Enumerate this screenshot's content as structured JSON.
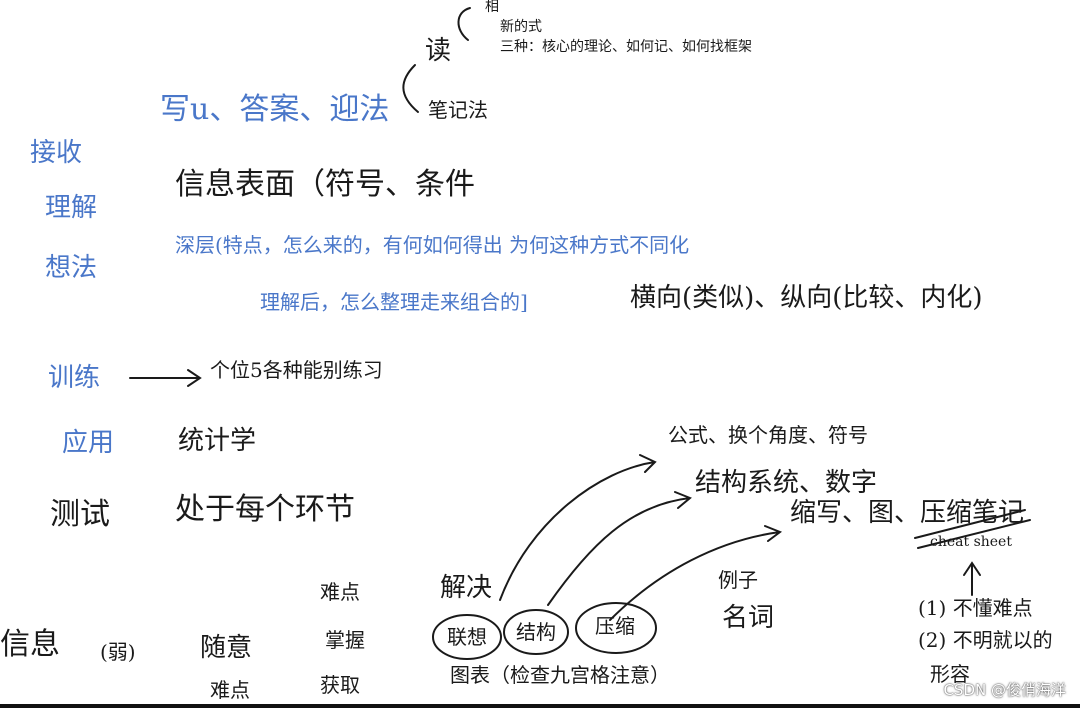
{
  "colors": {
    "ink_blue": "#4a77c9",
    "ink_black": "#1a1a1a"
  },
  "watermark": "CSDN @俊俏海洋",
  "notes": {
    "left_labels": {
      "receive": "接收",
      "understand": "理解",
      "think": "想法"
    },
    "line_receive": "写u、答案、迎法",
    "read_branch": {
      "read": "读",
      "item1": "相",
      "item2": "新的式",
      "item3": "三种：核心的理论、如何记、如何找框架",
      "notes_method": "笔记法"
    },
    "line_understand": "信息表面（符号、条件",
    "line_think_a": "深层(特点，怎么来的，有何如何得出  为何这种方式不同化",
    "line_think_b": "理解后，怎么整理走来组合的]",
    "line_think_c": "横向(类似)、纵向(比较、内化)",
    "train": {
      "label": "训练",
      "arrow_text": "个位5各种能别练习"
    },
    "apply": {
      "label": "应用",
      "text": "统计学"
    },
    "test": {
      "label": "测试",
      "text": "处于每个环节"
    },
    "bottom": {
      "info": "信息",
      "weak": "(弱)",
      "casual": "随意",
      "points": "难点",
      "difficult": "难点",
      "grasp": "掌握",
      "acquire": "获取",
      "solve": "解决",
      "circle1": "联想",
      "circle2": "结构",
      "circle3": "压缩",
      "summary": "图表（检查九宫格注意）"
    },
    "right_branch": {
      "formula": "公式、换个角度、符号",
      "structure": "结构系统、数字",
      "compress": "缩写、图、压缩笔记",
      "cheatsheet": "cheat sheet",
      "example": "例子",
      "noun": "名词",
      "list1": "(1) 不懂难点",
      "list2": "(2) 不明就以的",
      "list3": "形容"
    }
  }
}
